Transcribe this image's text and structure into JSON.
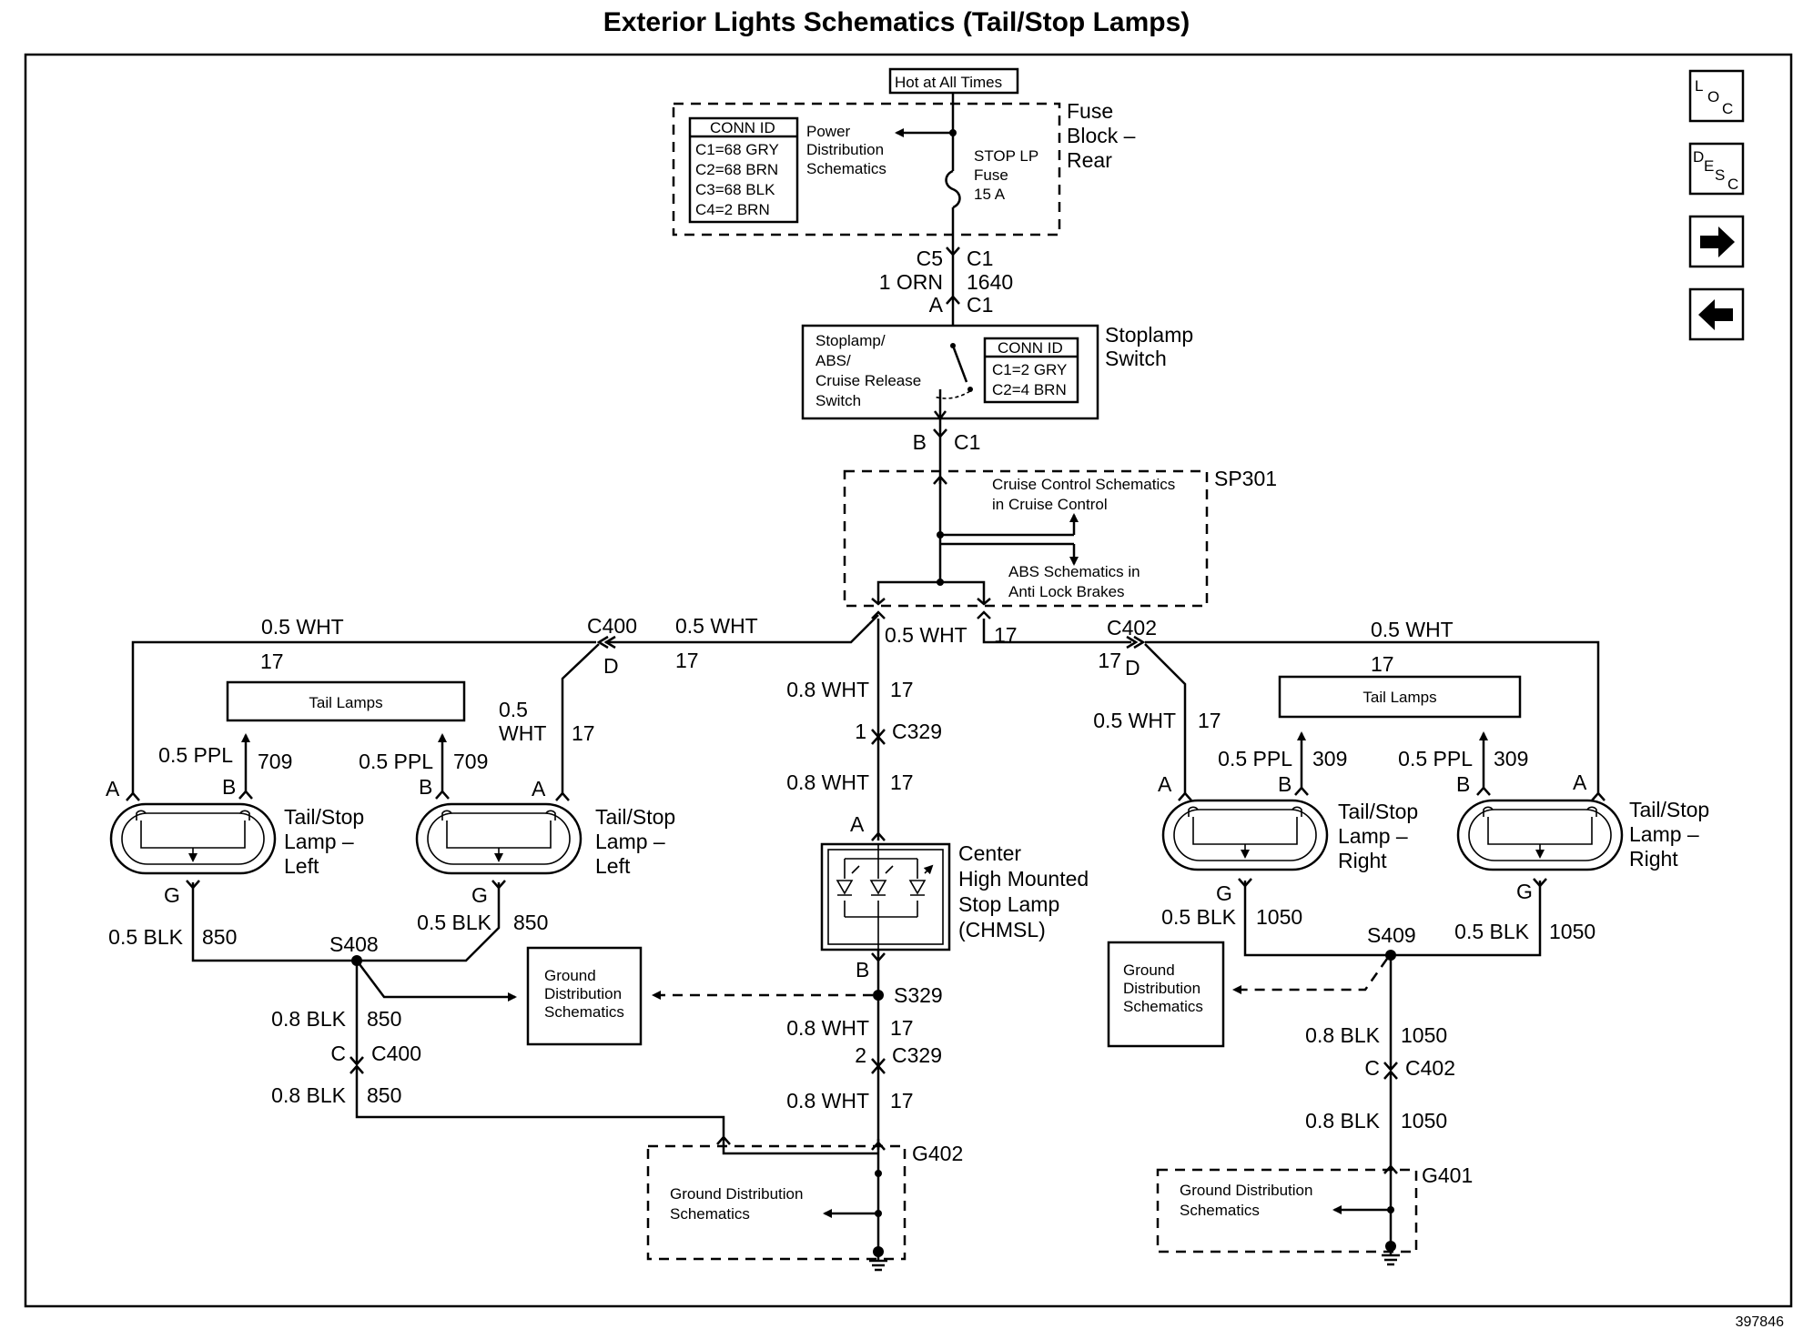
{
  "title": "Exterior Lights Schematics (Tail/Stop Lamps)",
  "doc_number": "397846",
  "nav": {
    "loc": [
      "L",
      "O",
      "C"
    ],
    "desc": [
      "D",
      "E",
      "S",
      "C"
    ]
  },
  "fuse_block": {
    "hot_label": "Hot at All Times",
    "name_lines": [
      "Fuse",
      "Block –",
      "Rear"
    ],
    "conn_id_title": "CONN ID",
    "conn_id": [
      "C1=68 GRY",
      "C2=68 BRN",
      "C3=68 BLK",
      "C4=2 BRN"
    ],
    "power_ref": [
      "Power",
      "Distribution",
      "Schematics"
    ],
    "fuse_lines": [
      "STOP LP",
      "Fuse",
      "15 A"
    ]
  },
  "wire_fuse_switch": {
    "top_left": "C5",
    "top_right": "C1",
    "size": "1 ORN",
    "circuit": "1640",
    "bot_left": "A",
    "bot_right": "C1"
  },
  "stoplamp_switch": {
    "name_lines": [
      "Stoplamp",
      "Switch"
    ],
    "inner_lines": [
      "Stoplamp/",
      "ABS/",
      "Cruise Release",
      "Switch"
    ],
    "conn_id_title": "CONN ID",
    "conn_id": [
      "C1=2 GRY",
      "C2=4 BRN"
    ],
    "pin": "B",
    "conn": "C1"
  },
  "splice_pack": {
    "name": "SP301",
    "cruise_ref": [
      "Cruise Control Schematics",
      "in Cruise Control"
    ],
    "abs_ref": [
      "ABS Schematics in",
      "Anti Lock Brakes"
    ]
  },
  "left": {
    "c400": "C400",
    "c400_pin": "D",
    "wire_in_size": "0.5 WHT",
    "wire_in_circuit": "17",
    "wire_outer_size": "0.5 WHT",
    "wire_outer_circuit": "17",
    "wire_inner_size": [
      "0.5",
      "WHT"
    ],
    "wire_inner_circuit": "17",
    "tail_lamps_label": "Tail Lamps",
    "lamp1": {
      "pin_a": "A",
      "pin_b": "B",
      "ppl_size": "0.5 PPL",
      "ppl_circuit": "709",
      "name_lines": [
        "Tail/Stop",
        "Lamp –",
        "Left"
      ],
      "pin_g": "G",
      "blk_size": "0.5 BLK",
      "blk_circuit": "850"
    },
    "lamp2": {
      "pin_a": "A",
      "pin_b": "B",
      "ppl_size": "0.5 PPL",
      "ppl_circuit": "709",
      "name_lines": [
        "Tail/Stop",
        "Lamp –",
        "Left"
      ],
      "pin_g": "G",
      "blk_size": "0.5 BLK",
      "blk_circuit": "850"
    },
    "splice": "S408",
    "ground_ref": [
      "Ground",
      "Distribution",
      "Schematics"
    ],
    "gnd_wire1_size": "0.8 BLK",
    "gnd_wire1_circuit": "850",
    "gnd_conn_pin": "C",
    "gnd_conn": "C400",
    "gnd_wire2_size": "0.8 BLK",
    "gnd_wire2_circuit": "850"
  },
  "center": {
    "top_size": "0.5 WHT",
    "top_circuit": "17",
    "w1_size": "0.8 WHT",
    "w1_circuit": "17",
    "c329_pin1": "1",
    "c329": "C329",
    "w2_size": "0.8 WHT",
    "w2_circuit": "17",
    "chmsl_pin_a": "A",
    "chmsl_name": [
      "Center",
      "High Mounted",
      "Stop Lamp",
      "(CHMSL)"
    ],
    "chmsl_pin_b": "B",
    "splice": "S329",
    "w3_size": "0.8 WHT",
    "w3_circuit": "17",
    "c329_pin2": "2",
    "c329_b": "C329",
    "w4_size": "0.8 WHT",
    "w4_circuit": "17",
    "ground_name": "G402",
    "ground_ref": [
      "Ground Distribution",
      "Schematics"
    ]
  },
  "right": {
    "c402": "C402",
    "c402_pin": "D",
    "wire_in_circuit": "17",
    "wire_outer_size": "0.5 WHT",
    "wire_outer_circuit": "17",
    "wire_inner_size": "0.5 WHT",
    "wire_inner_circuit": "17",
    "tail_lamps_label": "Tail Lamps",
    "lamp1": {
      "pin_a": "A",
      "pin_b": "B",
      "ppl_size": "0.5 PPL",
      "ppl_circuit": "309",
      "name_lines": [
        "Tail/Stop",
        "Lamp –",
        "Right"
      ],
      "pin_g": "G",
      "blk_size": "0.5 BLK",
      "blk_circuit": "1050"
    },
    "lamp2": {
      "pin_a": "A",
      "pin_b": "B",
      "ppl_size": "0.5 PPL",
      "ppl_circuit": "309",
      "name_lines": [
        "Tail/Stop",
        "Lamp –",
        "Right"
      ],
      "pin_g": "G",
      "blk_size": "0.5 BLK",
      "blk_circuit": "1050"
    },
    "splice": "S409",
    "ground_ref": [
      "Ground",
      "Distribution",
      "Schematics"
    ],
    "gnd_wire1_size": "0.8 BLK",
    "gnd_wire1_circuit": "1050",
    "gnd_conn_pin": "C",
    "gnd_conn": "C402",
    "gnd_wire2_size": "0.8 BLK",
    "gnd_wire2_circuit": "1050",
    "ground_name": "G401",
    "ground_ref2": [
      "Ground Distribution",
      "Schematics"
    ]
  }
}
